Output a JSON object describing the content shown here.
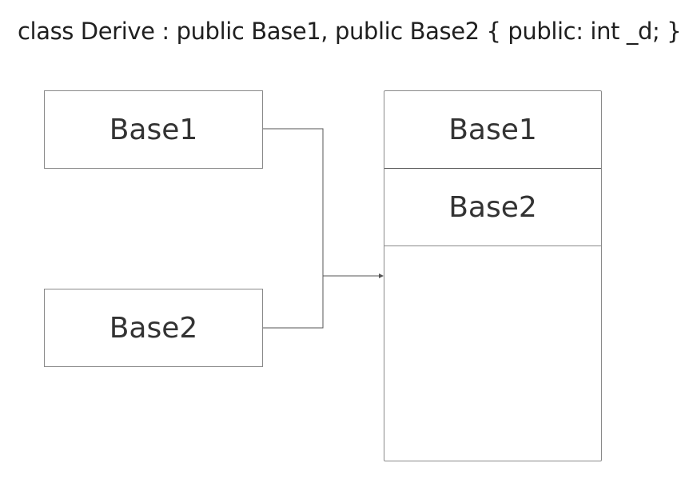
{
  "header": {
    "code": "class Derive : public Base1, public Base2 { public: int _d; }"
  },
  "left_boxes": {
    "base1_label": "Base1",
    "base2_label": "Base2"
  },
  "derive_layout": {
    "base1_label": "Base1",
    "base2_label": "Base2",
    "remaining_label": ""
  },
  "colors": {
    "border": "#8a8a8a",
    "connector": "#555555",
    "text": "#333333"
  }
}
